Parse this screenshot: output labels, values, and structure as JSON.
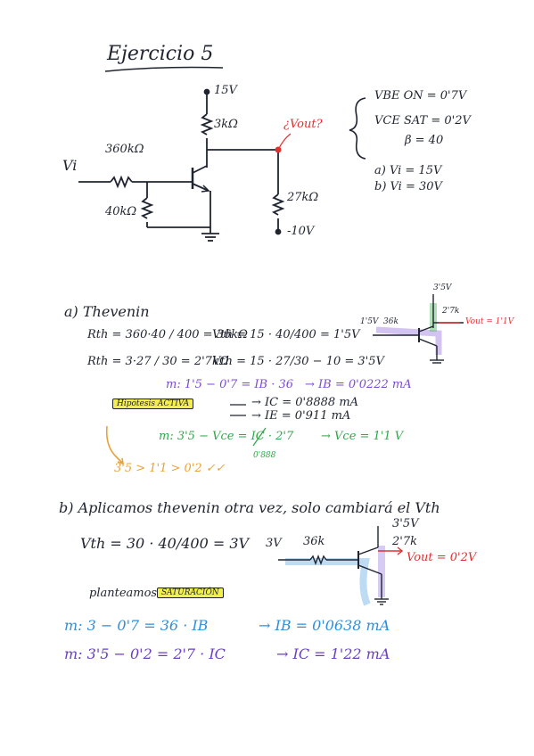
{
  "title": "Ejercicio 5",
  "circuit": {
    "supply": "15V",
    "rc": "3kΩ",
    "rb": "360kΩ",
    "rbe": "40kΩ",
    "rl": "27kΩ",
    "neg": "-10V",
    "vin": "Vi",
    "vout_q": "¿Vout?"
  },
  "params": {
    "vbe": "VBE ON = 0'7V",
    "vce": "VCE SAT = 0'2V",
    "beta": "β = 40",
    "case_a": "a) Vi = 15V",
    "case_b": "b) Vi = 30V"
  },
  "part_a": {
    "heading": "a) Thevenin",
    "l1a": "Rth = 360·40 / 400 = 36kΩ",
    "l1b": "Vth = 15 · 40/400 = 1'5V",
    "l2a": "Rth = 3·27 / 30 = 2'7kΩ",
    "l2b": "Vth = 15 · 27/30 − 10 = 3'5V",
    "mesh1": "m: 1'5 − 0'7 = IB · 36",
    "mesh1_res": "→ IB = 0'0222 mA",
    "hyp": "Hipótesis ACTIVA",
    "ic": "→ IC = 0'8888 mA",
    "ie": "→ IE = 0'911 mA",
    "mesh2": "m: 3'5 − Vce = IC · 2'7",
    "mesh2_sub": "0'888",
    "mesh2_res": "→ Vce = 1'1 V",
    "check": "3'5 > 1'1 > 0'2 ✓✓",
    "sk_top": "3'5V",
    "sk_left1": "1'5V",
    "sk_left2": "36k",
    "sk_rl": "2'7k",
    "sk_vout": "Vout = 1'1V"
  },
  "part_b": {
    "heading": "b) Aplicamos thevenin otra vez, solo cambiará el Vth",
    "vth": "Vth = 30 · 40/400 = 3V",
    "sk_v": "3V",
    "sk_r": "36k",
    "sk_top": "3'5V",
    "sk_rl": "2'7k",
    "sk_vout": "Vout = 0'2V",
    "plan": "planteamos",
    "sat": "SATURACIÓN",
    "mesh1": "m: 3 − 0'7 = 36 · IB",
    "mesh1_res": "→ IB = 0'0638 mA",
    "mesh2": "m: 3'5 − 0'2 = 2'7 · IC",
    "mesh2_res": "→ IC = 1'22 mA"
  }
}
